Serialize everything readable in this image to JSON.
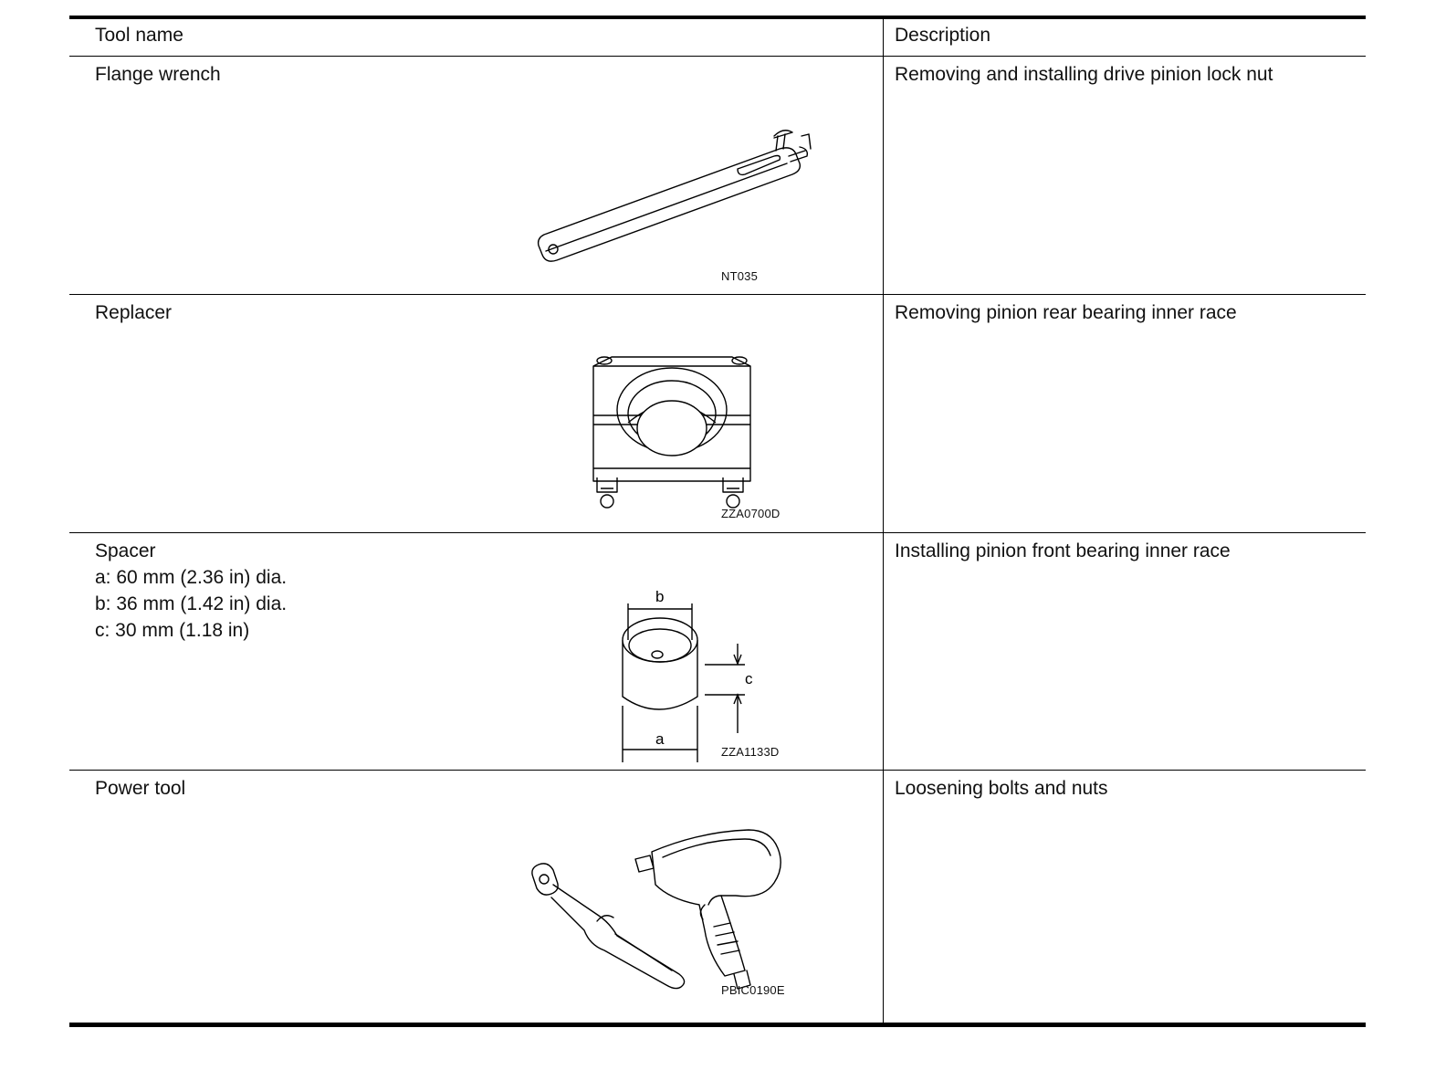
{
  "table": {
    "headers": {
      "tool_name": "Tool name",
      "description": "Description"
    },
    "rows": [
      {
        "tool": "Flange wrench",
        "description": "Removing and installing drive pinion lock nut",
        "figure_code": "NT035",
        "icon": "flange-wrench-illustration"
      },
      {
        "tool": "Replacer",
        "description": "Removing pinion rear bearing inner race",
        "figure_code": "ZZA0700D",
        "icon": "replacer-illustration"
      },
      {
        "tool": "Spacer",
        "specs": [
          "a: 60 mm (2.36 in) dia.",
          "b: 36 mm (1.42 in) dia.",
          "c: 30 mm (1.18 in)"
        ],
        "dim_labels": {
          "a": "a",
          "b": "b",
          "c": "c"
        },
        "description": "Installing pinion front bearing inner race",
        "figure_code": "ZZA1133D",
        "icon": "spacer-illustration"
      },
      {
        "tool": "Power tool",
        "description": "Loosening bolts and nuts",
        "figure_code": "PBIC0190E",
        "icon": "power-tool-illustration"
      }
    ]
  }
}
